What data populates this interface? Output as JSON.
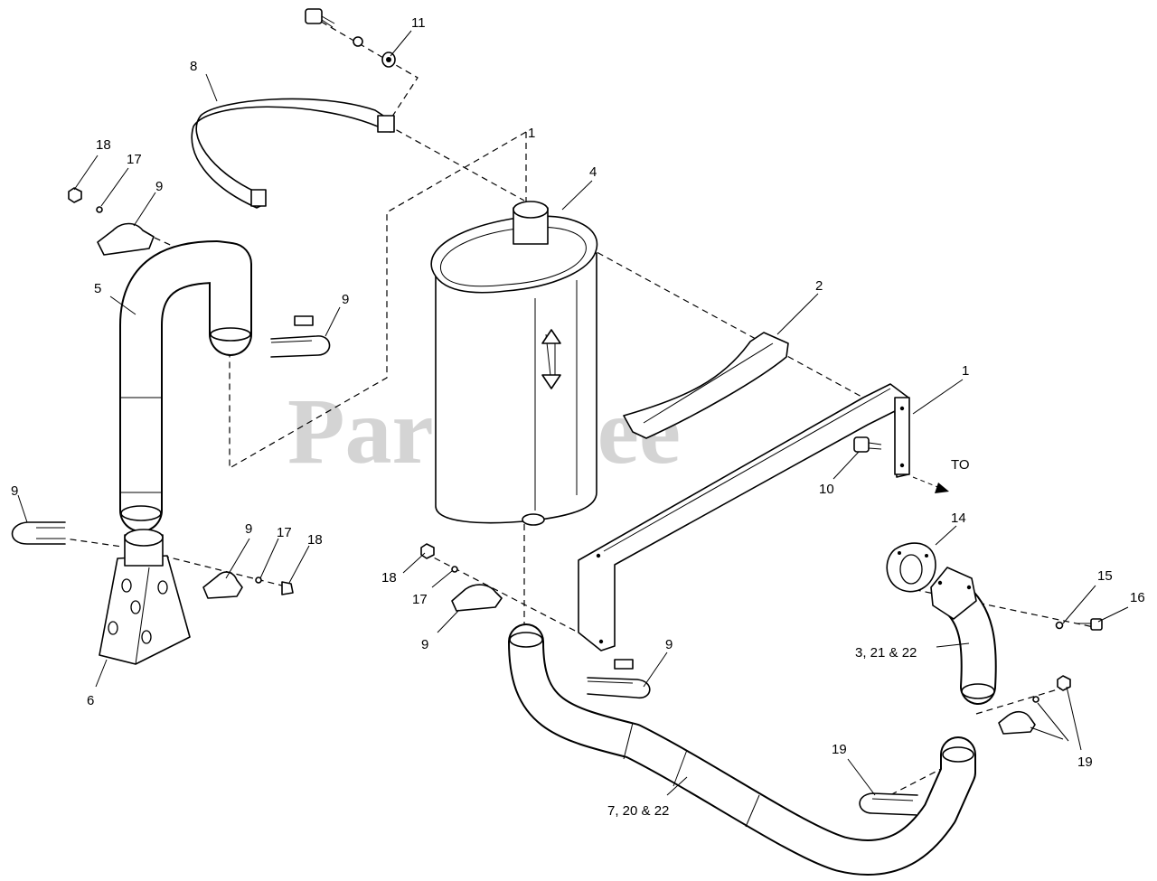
{
  "watermark": "PartsTree",
  "callouts": {
    "c11": "11",
    "c8": "8",
    "c1_top": "1",
    "c4": "4",
    "c18_left": "18",
    "c17_left": "17",
    "c9_clamp_left": "9",
    "c5": "5",
    "c9_ubolt_mid": "9",
    "c2": "2",
    "c1_bracket": "1",
    "c10": "10",
    "c9_ubolt_left": "9",
    "c9_clamp_low": "9",
    "c17_low": "17",
    "c18_low": "18",
    "c6": "6",
    "c14": "14",
    "c18_mid": "18",
    "c17_mid": "17",
    "c9_clamp_mid": "9",
    "c9_ubolt_center": "9",
    "c15": "15",
    "c16": "16",
    "c3_21_22": "3, 21 & 22",
    "c19_ubolt": "19",
    "c19_hw": "19",
    "c7_20_22": "7, 20 & 22"
  },
  "direction_label": "TO",
  "colors": {
    "line": "#000000",
    "background": "#ffffff",
    "watermark": "#d4d4d4"
  }
}
